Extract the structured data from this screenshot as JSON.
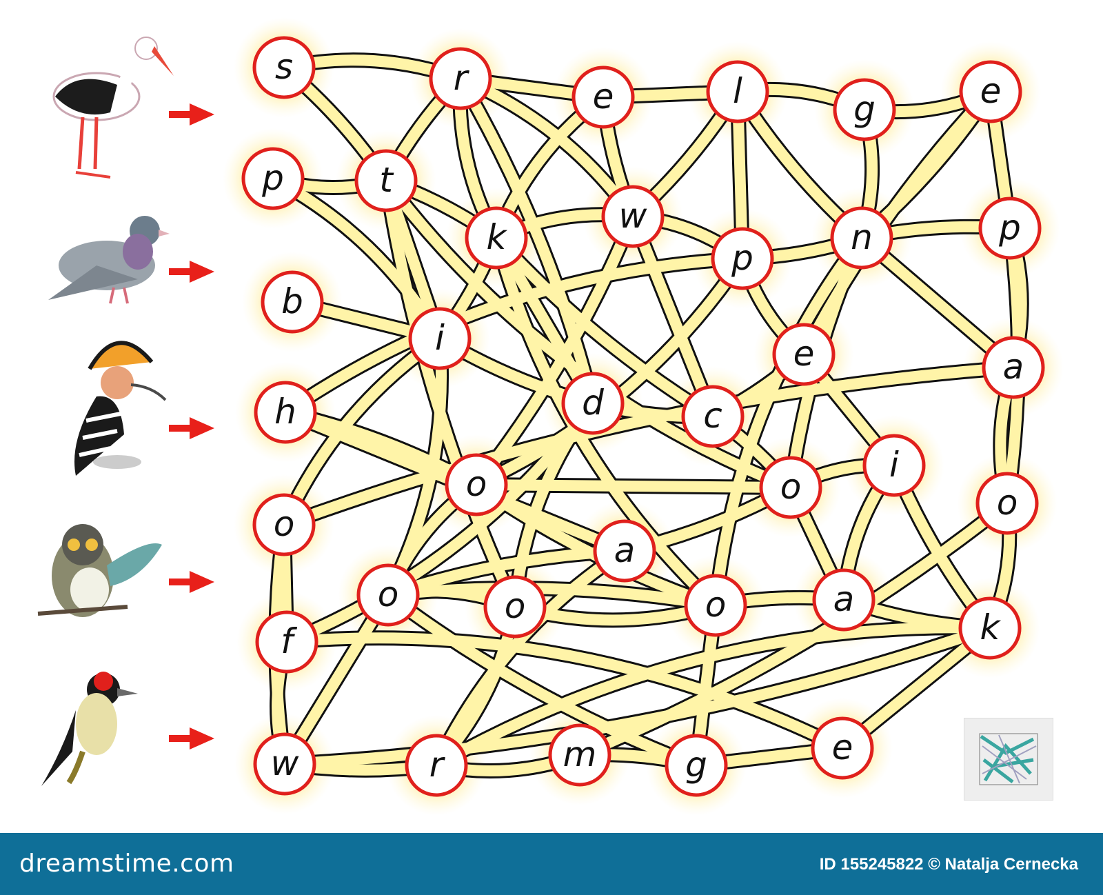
{
  "puzzle": {
    "colors": {
      "tube_outer": "#111111",
      "tube_inner": "#fff4a8",
      "glow": "#ffe35a",
      "node_ring": "#e0201c",
      "node_fill": "#ffffff",
      "arrow": "#e8201a",
      "footer_bg": "#0f6f98"
    },
    "birds": [
      {
        "name": "stork",
        "icon": "stork-icon"
      },
      {
        "name": "pigeon",
        "icon": "pigeon-icon"
      },
      {
        "name": "hoopoe",
        "icon": "hoopoe-icon"
      },
      {
        "name": "owl",
        "icon": "owl-icon"
      },
      {
        "name": "woodpecker",
        "icon": "woodpecker-icon"
      }
    ],
    "nodes": [
      {
        "id": "n1",
        "letter": "s"
      },
      {
        "id": "n2",
        "letter": "r"
      },
      {
        "id": "n3",
        "letter": "e"
      },
      {
        "id": "n4",
        "letter": "l"
      },
      {
        "id": "n5",
        "letter": "g"
      },
      {
        "id": "n6",
        "letter": "e"
      },
      {
        "id": "n7",
        "letter": "p"
      },
      {
        "id": "n8",
        "letter": "t"
      },
      {
        "id": "n9",
        "letter": "k"
      },
      {
        "id": "n10",
        "letter": "w"
      },
      {
        "id": "n11",
        "letter": "p"
      },
      {
        "id": "n12",
        "letter": "n"
      },
      {
        "id": "n13",
        "letter": "p"
      },
      {
        "id": "n14",
        "letter": "b"
      },
      {
        "id": "n15",
        "letter": "i"
      },
      {
        "id": "n16",
        "letter": "e"
      },
      {
        "id": "n17",
        "letter": "a"
      },
      {
        "id": "n18",
        "letter": "h"
      },
      {
        "id": "n19",
        "letter": "d"
      },
      {
        "id": "n20",
        "letter": "c"
      },
      {
        "id": "n21",
        "letter": "o"
      },
      {
        "id": "n22",
        "letter": "o"
      },
      {
        "id": "n23",
        "letter": "i"
      },
      {
        "id": "n24",
        "letter": "o"
      },
      {
        "id": "n25",
        "letter": "o"
      },
      {
        "id": "n26",
        "letter": "a"
      },
      {
        "id": "n27",
        "letter": "o"
      },
      {
        "id": "n28",
        "letter": "o"
      },
      {
        "id": "n29",
        "letter": "o"
      },
      {
        "id": "n30",
        "letter": "a"
      },
      {
        "id": "n31",
        "letter": "f"
      },
      {
        "id": "n32",
        "letter": "k"
      },
      {
        "id": "n33",
        "letter": "w"
      },
      {
        "id": "n34",
        "letter": "r"
      },
      {
        "id": "n35",
        "letter": "m"
      },
      {
        "id": "n36",
        "letter": "g"
      },
      {
        "id": "n37",
        "letter": "e"
      }
    ],
    "connections": [
      [
        "n1",
        "n2"
      ],
      [
        "n1",
        "n8"
      ],
      [
        "n2",
        "n3"
      ],
      [
        "n2",
        "n8"
      ],
      [
        "n2",
        "n9"
      ],
      [
        "n2",
        "n10"
      ],
      [
        "n2",
        "n19"
      ],
      [
        "n3",
        "n4"
      ],
      [
        "n3",
        "n10"
      ],
      [
        "n3",
        "n9"
      ],
      [
        "n4",
        "n5"
      ],
      [
        "n4",
        "n10"
      ],
      [
        "n4",
        "n11"
      ],
      [
        "n4",
        "n12"
      ],
      [
        "n5",
        "n6"
      ],
      [
        "n5",
        "n12"
      ],
      [
        "n6",
        "n12"
      ],
      [
        "n6",
        "n13"
      ],
      [
        "n6",
        "n16"
      ],
      [
        "n7",
        "n8"
      ],
      [
        "n7",
        "n15"
      ],
      [
        "n8",
        "n9"
      ],
      [
        "n8",
        "n15"
      ],
      [
        "n8",
        "n28"
      ],
      [
        "n8",
        "n22"
      ],
      [
        "n9",
        "n10"
      ],
      [
        "n9",
        "n15"
      ],
      [
        "n9",
        "n19"
      ],
      [
        "n9",
        "n20"
      ],
      [
        "n9",
        "n29"
      ],
      [
        "n10",
        "n11"
      ],
      [
        "n10",
        "n21"
      ],
      [
        "n10",
        "n20"
      ],
      [
        "n11",
        "n12"
      ],
      [
        "n11",
        "n16"
      ],
      [
        "n11",
        "n21"
      ],
      [
        "n12",
        "n13"
      ],
      [
        "n12",
        "n17"
      ],
      [
        "n12",
        "n22"
      ],
      [
        "n12",
        "n29"
      ],
      [
        "n13",
        "n17"
      ],
      [
        "n13",
        "n24"
      ],
      [
        "n14",
        "n15"
      ],
      [
        "n15",
        "n19"
      ],
      [
        "n15",
        "n25"
      ],
      [
        "n15",
        "n27"
      ],
      [
        "n16",
        "n20"
      ],
      [
        "n16",
        "n23"
      ],
      [
        "n17",
        "n25"
      ],
      [
        "n17",
        "n24"
      ],
      [
        "n18",
        "n11"
      ],
      [
        "n18",
        "n21"
      ],
      [
        "n18",
        "n26"
      ],
      [
        "n19",
        "n20"
      ],
      [
        "n19",
        "n28"
      ],
      [
        "n19",
        "n31"
      ],
      [
        "n20",
        "n22"
      ],
      [
        "n21",
        "n22"
      ],
      [
        "n21",
        "n29"
      ],
      [
        "n21",
        "n27"
      ],
      [
        "n22",
        "n23"
      ],
      [
        "n22",
        "n26"
      ],
      [
        "n22",
        "n30"
      ],
      [
        "n23",
        "n32"
      ],
      [
        "n23",
        "n30"
      ],
      [
        "n24",
        "n32"
      ],
      [
        "n24",
        "n35"
      ],
      [
        "n25",
        "n31"
      ],
      [
        "n26",
        "n27"
      ],
      [
        "n26",
        "n34"
      ],
      [
        "n27",
        "n28"
      ],
      [
        "n27",
        "n29"
      ],
      [
        "n27",
        "n33"
      ],
      [
        "n27",
        "n36"
      ],
      [
        "n28",
        "n29"
      ],
      [
        "n28",
        "n34"
      ],
      [
        "n29",
        "n30"
      ],
      [
        "n29",
        "n36"
      ],
      [
        "n30",
        "n32"
      ],
      [
        "n31",
        "n33"
      ],
      [
        "n31",
        "n37"
      ],
      [
        "n32",
        "n33"
      ],
      [
        "n32",
        "n37"
      ],
      [
        "n33",
        "n34"
      ],
      [
        "n34",
        "n35"
      ],
      [
        "n34",
        "n32"
      ],
      [
        "n35",
        "n36"
      ],
      [
        "n36",
        "n37"
      ],
      [
        "n25",
        "n33"
      ]
    ]
  },
  "footer": {
    "logo": "dreamstime.com",
    "credit": "ID 155245822 © Natalja Cernecka"
  }
}
